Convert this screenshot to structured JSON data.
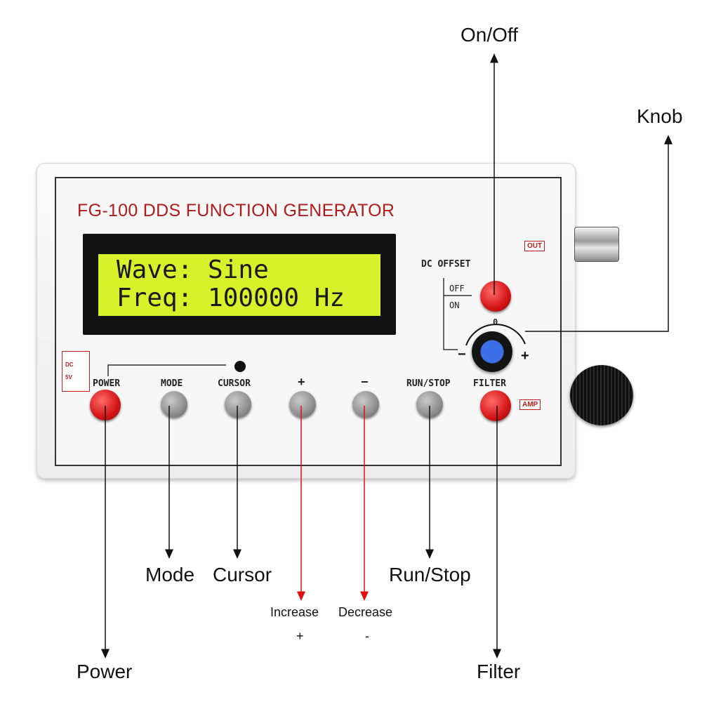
{
  "device": {
    "title": "FG-100 DDS FUNCTION GENERATOR",
    "display": {
      "line1": "Wave: Sine",
      "line2": "Freq: 100000 Hz"
    },
    "dc_offset_label": "DC OFFSET",
    "switch_off_label": "OFF",
    "switch_on_label": "ON",
    "knob_zero_label": "0",
    "knob_minus_label": "−",
    "knob_plus_label": "+",
    "out_tag": "OUT",
    "amp_tag": "AMP",
    "dc_tag_top": "DC",
    "dc_tag_bottom": "5V",
    "buttons": {
      "power": "POWER",
      "mode": "MODE",
      "cursor": "CURSOR",
      "plus": "+",
      "minus": "−",
      "run_stop": "RUN/STOP",
      "filter": "FILTER"
    }
  },
  "callouts": {
    "on_off": "On/Off",
    "knob": "Knob",
    "mode": "Mode",
    "cursor": "Cursor",
    "run_stop": "Run/Stop",
    "increase": "Increase",
    "increase_symbol": "+",
    "decrease": "Decrease",
    "decrease_symbol": "-",
    "power": "Power",
    "filter": "Filter"
  },
  "colors": {
    "title_red": "#b01b1b",
    "lcd_green": "#d6f22a",
    "button_red": "#d41414",
    "button_gray": "#8e8e8e",
    "knob_blue": "#3d6fe8",
    "arrow_red": "#e01010"
  }
}
